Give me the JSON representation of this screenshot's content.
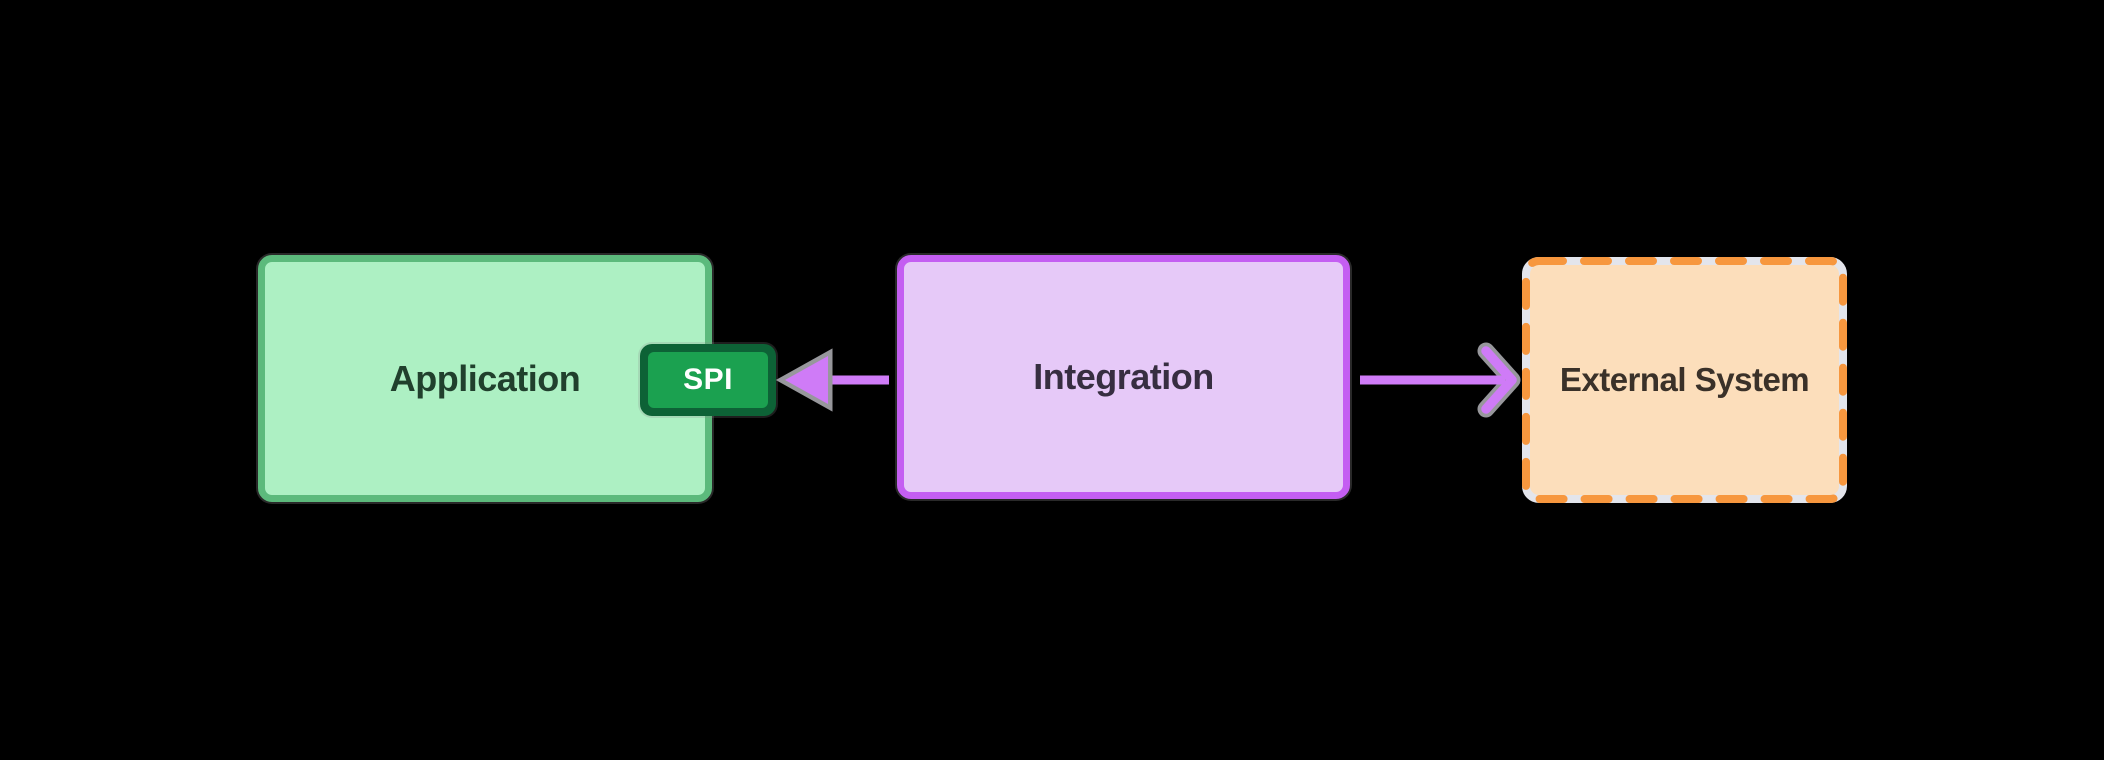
{
  "canvas": {
    "background": "#000000"
  },
  "nodes": {
    "application": {
      "label": "Application",
      "fill": "#adf0c3",
      "border_color": "#5cba7c",
      "text_color": "#21402d"
    },
    "spi": {
      "label": "SPI",
      "fill": "#1ba150",
      "border_color": "#0d6236",
      "text_color": "#ffffff"
    },
    "integration": {
      "label": "Integration",
      "fill": "#e6c9f8",
      "border_color": "#c45ef2",
      "text_color": "#372e41"
    },
    "external": {
      "label": "External System",
      "fill": "#fcdebb",
      "border_color": "#f7973e",
      "border_style": "dashed",
      "dash_gap_color": "#e3e5ec",
      "text_color": "#3a3129"
    }
  },
  "edges": [
    {
      "name": "integration-to-spi",
      "from": "integration",
      "to": "spi",
      "direction": "left",
      "head": "filled-triangle",
      "color": "#cf7bf7",
      "head_outline_color": "#97979c"
    },
    {
      "name": "integration-to-external",
      "from": "integration",
      "to": "external",
      "direction": "right",
      "head": "open-chevron",
      "color": "#cf7bf7",
      "head_outline_color": "#97979c"
    }
  ]
}
